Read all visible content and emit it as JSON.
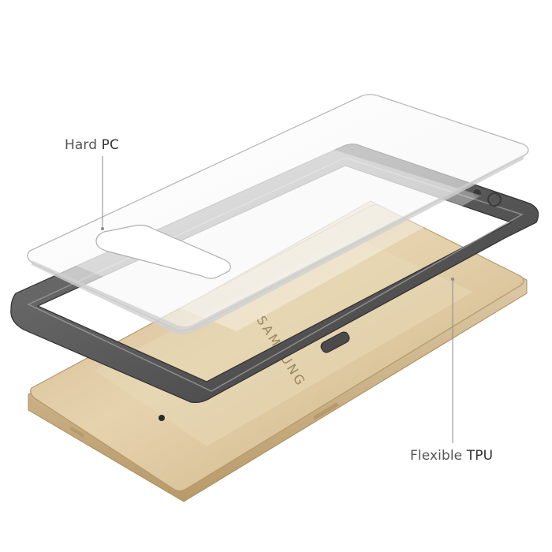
{
  "callouts": {
    "hard_pc": {
      "prefix": "Hard",
      "emphasis": "PC"
    },
    "flexible_tpu": {
      "prefix": "Flexible",
      "emphasis": "TPU"
    }
  },
  "phone": {
    "brand_text": "SAMSUNG"
  },
  "colors": {
    "background": "#ffffff",
    "phone_gold": "#d9c39a",
    "bumper_smoke": "#5e5e5e",
    "label_text": "#555555",
    "leader_line": "#8a8a8a"
  }
}
